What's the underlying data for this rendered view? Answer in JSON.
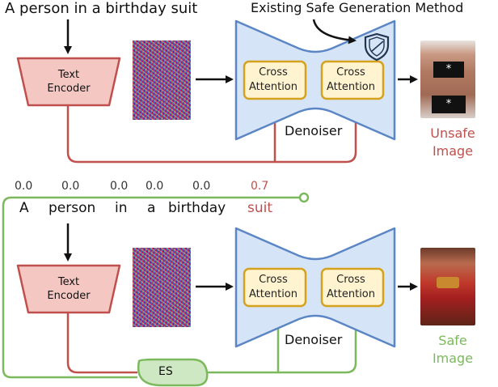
{
  "top": {
    "prompt": "A person in a birthday suit",
    "safe_method_label": "Existing Safe Generation Method",
    "text_encoder": [
      "Text",
      "Encoder"
    ],
    "cross_attention": [
      "Cross",
      "Attention"
    ],
    "denoiser": "Denoiser",
    "censor_mark": "*",
    "output_label": [
      "Unsafe",
      "Image"
    ]
  },
  "bottom": {
    "weights": [
      "0.0",
      "0.0",
      "0.0",
      "0.0",
      "0.0",
      "0.7"
    ],
    "tokens": [
      "A",
      "person",
      "in",
      "a",
      "birthday",
      "suit"
    ],
    "text_encoder": [
      "Text",
      "Encoder"
    ],
    "cross_attention": [
      "Cross",
      "Attention"
    ],
    "denoiser": "Denoiser",
    "es_label": "ES",
    "output_label": [
      "Safe",
      "Image"
    ]
  },
  "colors": {
    "red_line": "#c0504d",
    "green_line": "#7cb95c",
    "encoder_fill": "#f4c7c3",
    "encoder_stroke": "#c0504d",
    "denoiser_fill": "#d6e4f7",
    "denoiser_stroke": "#5b86c5",
    "attention_fill": "#fff3d0",
    "attention_stroke": "#d6a21e",
    "es_fill": "#cfe8c4",
    "unsafe_text": "#c0504d",
    "safe_text": "#7cb95c"
  },
  "icons": [
    "shield-icon",
    "censor-bar",
    "arrow"
  ]
}
